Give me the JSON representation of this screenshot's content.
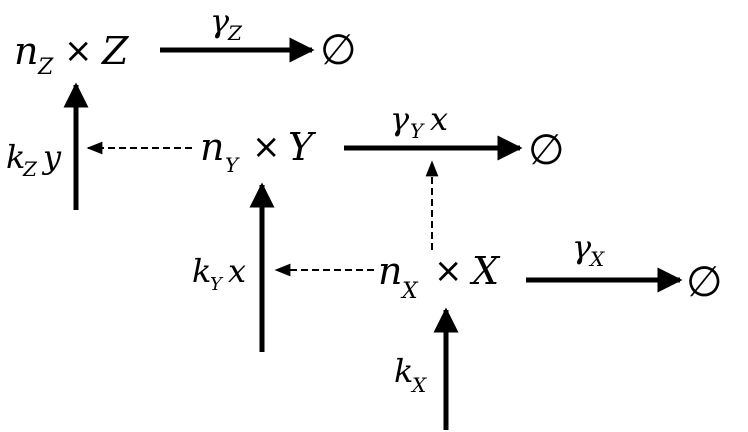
{
  "species": {
    "z": {
      "n": "n",
      "n_sub": "Z",
      "times": "×",
      "name": "Z"
    },
    "y": {
      "n": "n",
      "n_sub": "Y",
      "times": "×",
      "name": "Y"
    },
    "x": {
      "n": "n",
      "n_sub": "X",
      "times": "×",
      "name": "X"
    }
  },
  "sinks": {
    "z": "∅",
    "y": "∅",
    "x": "∅"
  },
  "rates": {
    "gamma_z": {
      "sym": "γ",
      "sub": "Z",
      "suffix": ""
    },
    "gamma_y": {
      "sym": "γ",
      "sub": "Y",
      "suffix": "x"
    },
    "gamma_x": {
      "sym": "γ",
      "sub": "X",
      "suffix": ""
    },
    "k_z": {
      "sym": "k",
      "sub": "Z",
      "suffix": "y"
    },
    "k_y": {
      "sym": "k",
      "sub": "Y",
      "suffix": "x"
    },
    "k_x": {
      "sym": "k",
      "sub": "X",
      "suffix": ""
    }
  },
  "colors": {
    "ink": "#000000",
    "background": "#ffffff"
  }
}
